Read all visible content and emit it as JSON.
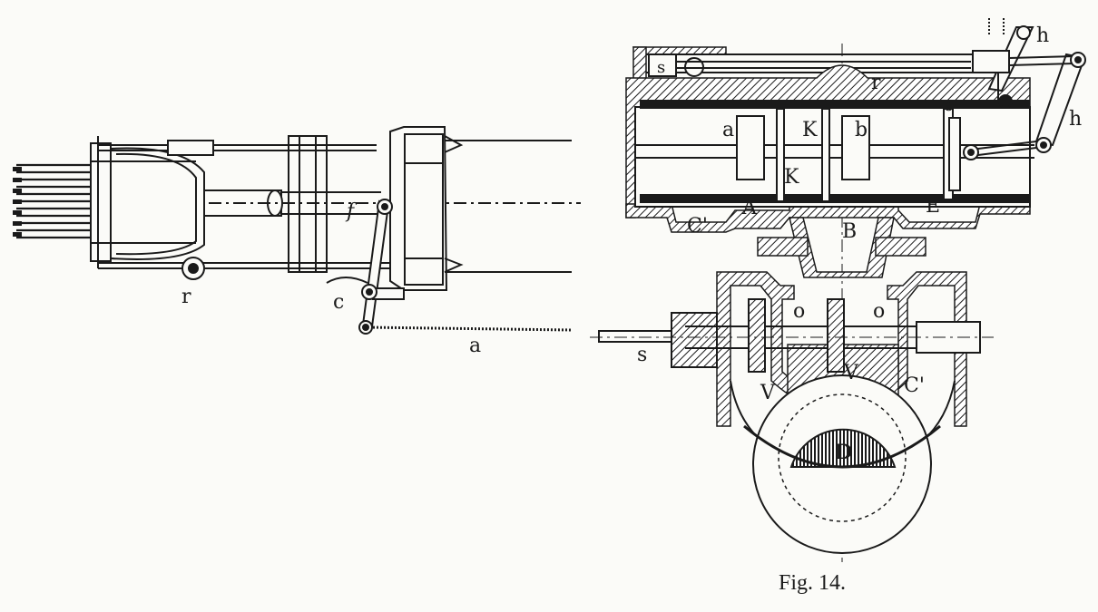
{
  "caption": "Fig. 14.",
  "left_view": {
    "labels": {
      "r": "r",
      "f": "f",
      "c": "c",
      "a": "a"
    }
  },
  "right_view": {
    "labels": {
      "s_top": "s",
      "r": "r",
      "h_top": "h",
      "h_right": "h",
      "o_top": "o",
      "a": "a",
      "K_upper": "K",
      "b": "b",
      "K_lower": "K",
      "C_left": "C'",
      "A": "A",
      "B": "B",
      "E": "E",
      "o_left": "o",
      "o_right": "o",
      "s_left": "s",
      "V_left": "V",
      "V_right": "V",
      "C_right": "C'",
      "D": "D"
    }
  }
}
